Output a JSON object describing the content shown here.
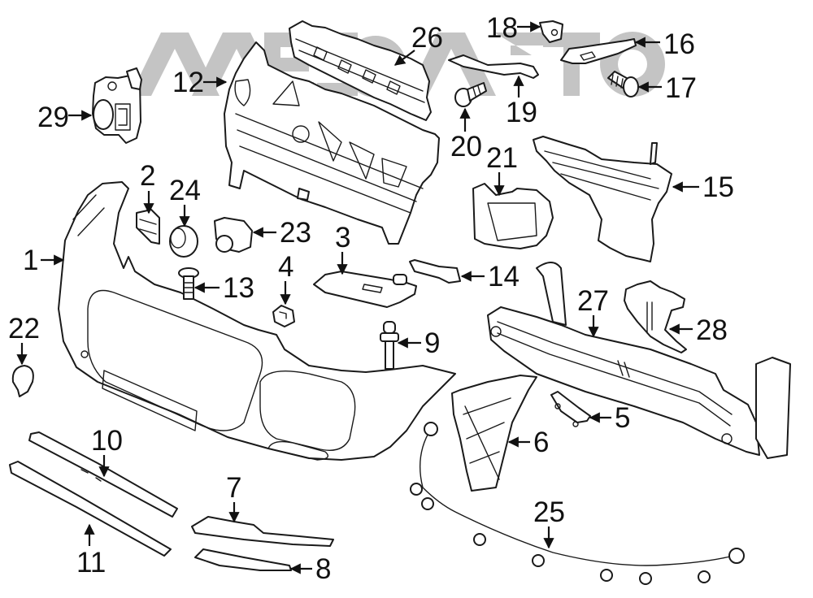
{
  "diagram": {
    "title": "Front bumper assembly exploded parts diagram",
    "watermark": {
      "text": "AAE АВТО",
      "color": "#c4c4c4"
    },
    "line_color": "#1a1a1a",
    "background": "#ffffff",
    "parts": [
      {
        "id": "1",
        "name": "bumper-cover"
      },
      {
        "id": "2",
        "name": "side-bracket-insert"
      },
      {
        "id": "3",
        "name": "mounting-bracket"
      },
      {
        "id": "4",
        "name": "clip-nut"
      },
      {
        "id": "5",
        "name": "tow-hook-cover"
      },
      {
        "id": "6",
        "name": "side-grille-bracket"
      },
      {
        "id": "7",
        "name": "lower-trim-strip"
      },
      {
        "id": "8",
        "name": "lower-trim-molding"
      },
      {
        "id": "9",
        "name": "push-pin"
      },
      {
        "id": "10",
        "name": "center-trim-strip"
      },
      {
        "id": "11",
        "name": "lower-spoiler-strip"
      },
      {
        "id": "12",
        "name": "center-grille"
      },
      {
        "id": "13",
        "name": "bolt"
      },
      {
        "id": "14",
        "name": "retainer-strip"
      },
      {
        "id": "15",
        "name": "side-grille"
      },
      {
        "id": "16",
        "name": "support-bracket"
      },
      {
        "id": "17",
        "name": "screw"
      },
      {
        "id": "18",
        "name": "clip"
      },
      {
        "id": "19",
        "name": "upper-bracket"
      },
      {
        "id": "20",
        "name": "bolt"
      },
      {
        "id": "21",
        "name": "air-duct"
      },
      {
        "id": "22",
        "name": "tow-eye-cap"
      },
      {
        "id": "23",
        "name": "parking-sensor"
      },
      {
        "id": "24",
        "name": "sensor-retainer"
      },
      {
        "id": "25",
        "name": "wiring-harness"
      },
      {
        "id": "26",
        "name": "upper-grille-support"
      },
      {
        "id": "27",
        "name": "impact-bar"
      },
      {
        "id": "28",
        "name": "absorber-bracket"
      },
      {
        "id": "29",
        "name": "camera-sensor"
      }
    ],
    "callouts": [
      {
        "label": "1"
      },
      {
        "label": "2"
      },
      {
        "label": "3"
      },
      {
        "label": "4"
      },
      {
        "label": "5"
      },
      {
        "label": "6"
      },
      {
        "label": "7"
      },
      {
        "label": "8"
      },
      {
        "label": "9"
      },
      {
        "label": "10"
      },
      {
        "label": "11"
      },
      {
        "label": "12"
      },
      {
        "label": "13"
      },
      {
        "label": "14"
      },
      {
        "label": "15"
      },
      {
        "label": "16"
      },
      {
        "label": "17"
      },
      {
        "label": "18"
      },
      {
        "label": "19"
      },
      {
        "label": "20"
      },
      {
        "label": "21"
      },
      {
        "label": "22"
      },
      {
        "label": "23"
      },
      {
        "label": "24"
      },
      {
        "label": "25"
      },
      {
        "label": "26"
      },
      {
        "label": "27"
      },
      {
        "label": "28"
      },
      {
        "label": "29"
      }
    ]
  }
}
